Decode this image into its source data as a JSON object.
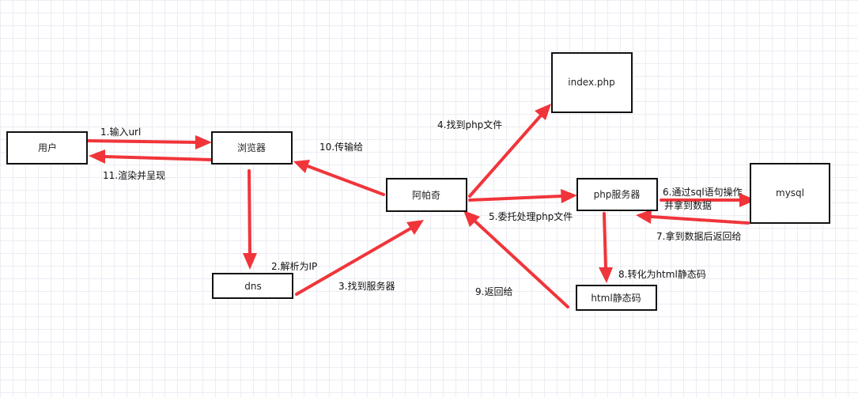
{
  "nodes": {
    "user": "用户",
    "browser": "浏览器",
    "apache": "阿帕奇",
    "dns": "dns",
    "index_php": "index.php",
    "php_server": "php服务器",
    "mysql": "mysql",
    "html_static": "html静态码"
  },
  "edges": {
    "step1": "1.输入url",
    "step2": "2.解析为IP",
    "step3": "3.找到服务器",
    "step4": "4.找到php文件",
    "step5": "5.委托处理php文件",
    "step6_line1": "6.通过sql语句操作",
    "step6_line2": "并拿到数据",
    "step7": "7.拿到数据后返回给",
    "step8": "8.转化为html静态码",
    "step9": "9.返回给",
    "step10": "10.传输给",
    "step11": "11.渲染并呈现"
  },
  "colors": {
    "arrow": "#f0353a",
    "box_border": "#111111",
    "grid": "#ececf4"
  }
}
